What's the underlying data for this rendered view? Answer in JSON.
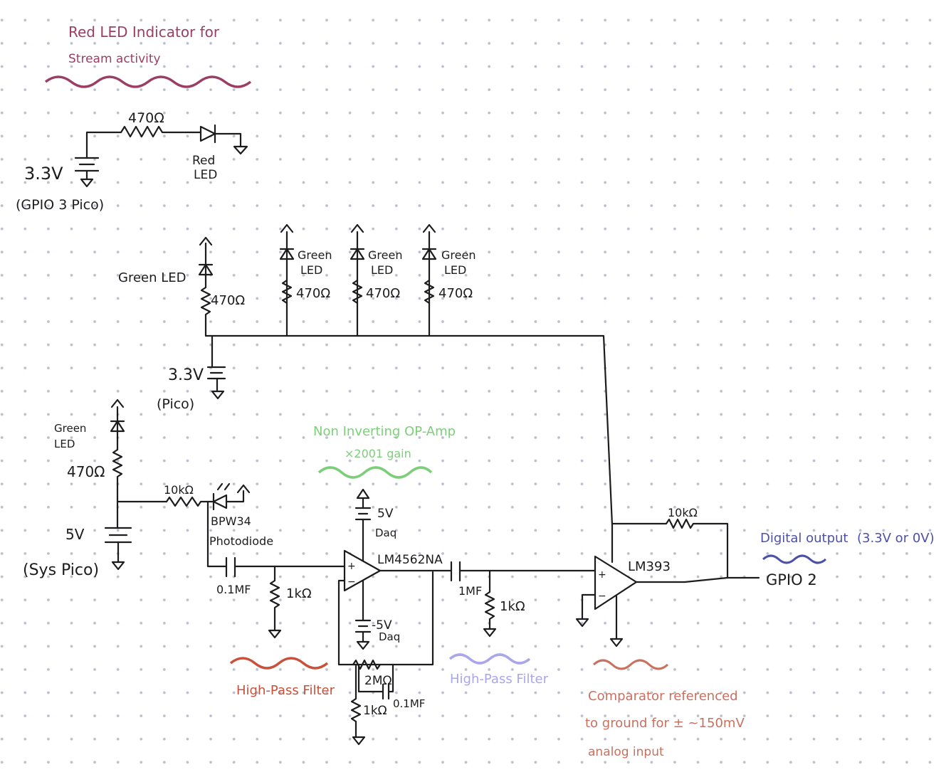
{
  "colors": {
    "ink": "#1c1c1c",
    "annotation_red_led": "#9b3e63",
    "annotation_opamp": "#7ccf78",
    "annotation_hpf1": "#c8513a",
    "annotation_hpf2": "#a9a6ea",
    "annotation_comparator": "#c9705f",
    "annotation_digital": "#4c50a8",
    "grid_dots": "#b9c0cc"
  },
  "annotations": {
    "red_led_title_1": "Red LED Indicator for",
    "red_led_title_2": "Stream activity",
    "opamp_title": "Non Inverting OP-Amp",
    "opamp_gain": "×2001 gain",
    "hpf_1": "High-Pass Filter",
    "hpf_2": "High-Pass Filter",
    "comparator_1": "Comparator referenced",
    "comparator_2": "to ground for ± ~150mV",
    "comparator_3": "analog input",
    "digital_output": "Digital output",
    "digital_levels": "(3.3V or 0V)"
  },
  "labels": {
    "red_r": "470Ω",
    "red_led": [
      "Red",
      "LED"
    ],
    "red_source": "3.3V",
    "red_source_note": "(GPIO 3 Pico)",
    "green_led_1": "Green LED",
    "green_r_1": "470Ω",
    "green_led_2": [
      "Green",
      "LED"
    ],
    "green_r_2": "470Ω",
    "green_led_3": [
      "Green",
      "LED"
    ],
    "green_r_3": "470Ω",
    "green_led_4": [
      "Green",
      "LED"
    ],
    "green_r_4": "470Ω",
    "green_source": "3.3V",
    "green_source_note": "(Pico)",
    "sys_led": [
      "Green",
      "LED"
    ],
    "sys_r": "470Ω",
    "sys_source": "5V",
    "sys_source_note": "(Sys Pico)",
    "photo_r": "10kΩ",
    "photodiode_model": "BPW34",
    "photodiode_label": "Photodiode",
    "cap_1": "0.1MF",
    "r_hp1": "1kΩ",
    "opamp_pos_supply": "5V",
    "opamp_pos_supply_src": "Daq",
    "opamp_neg_supply": "-5V",
    "opamp_neg_supply_src": "Daq",
    "opamp_model": "LM4562NA",
    "feedback_r": "2MΩ",
    "ground_r": "1kΩ",
    "feedback_cap": "0.1MF",
    "cap_2": "1MF",
    "r_hp2": "1kΩ",
    "comparator_model": "LM393",
    "comparator_feedback_r": "10kΩ",
    "output_pin": "GPIO 2",
    "plus": "+",
    "minus": "−"
  }
}
